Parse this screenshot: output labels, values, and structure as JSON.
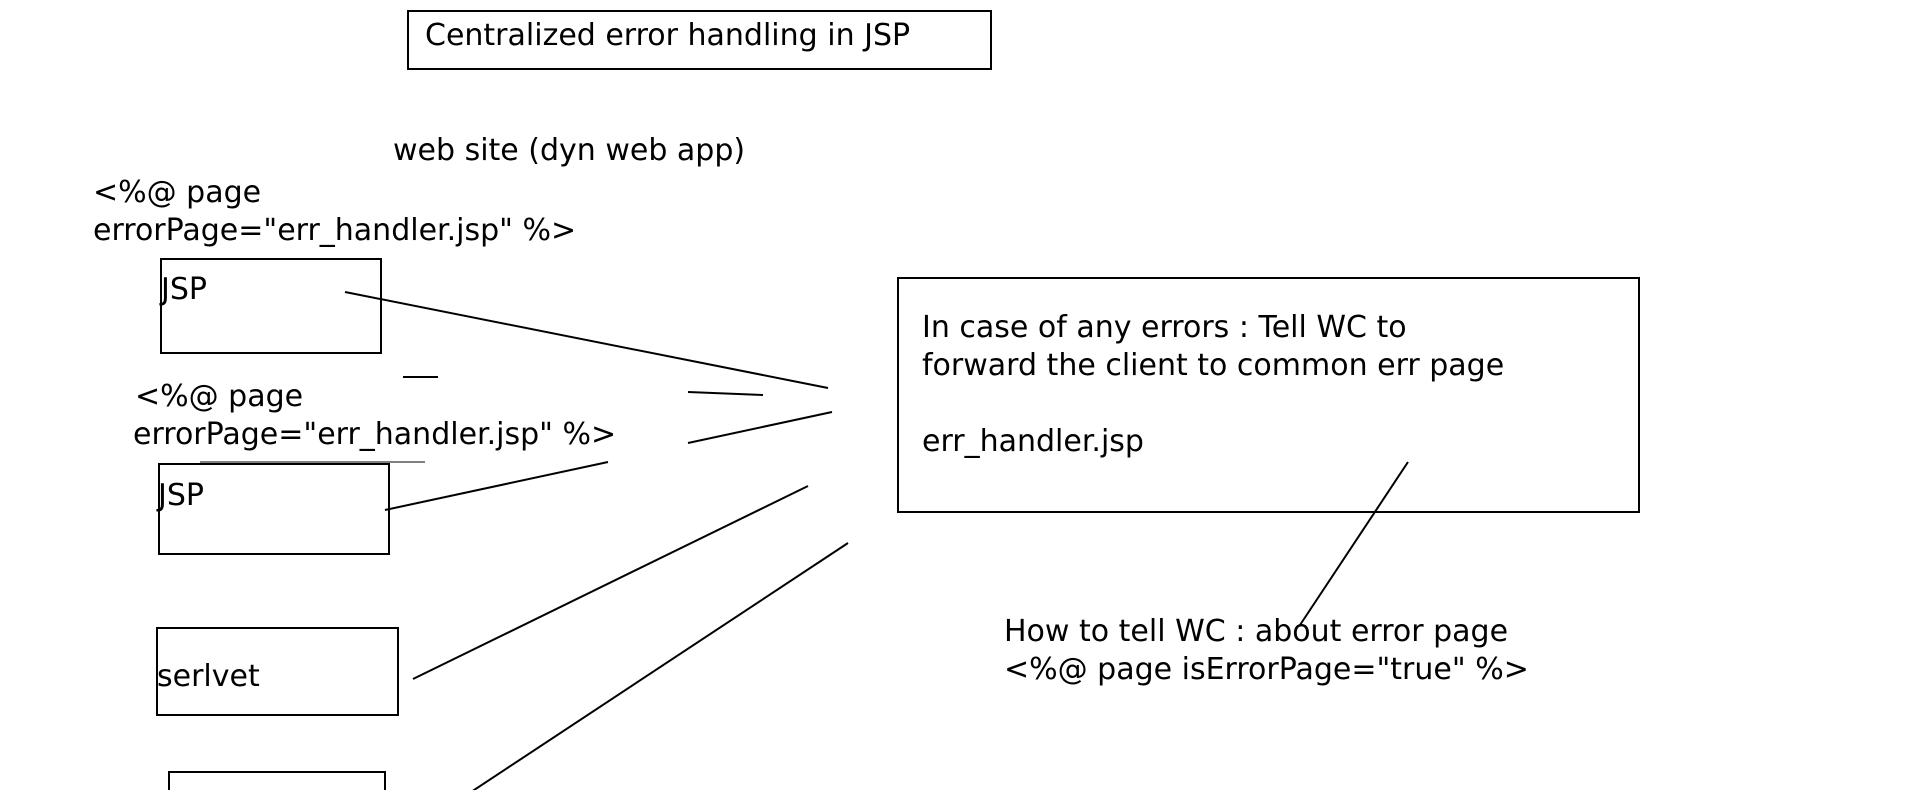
{
  "title": "Centralized error handling in JSP",
  "subtitle": "web site (dyn web app)",
  "directive_1": {
    "line1": "<%@ page",
    "line2": "errorPage=\"err_handler.jsp\" %>"
  },
  "directive_2": {
    "line1": "<%@ page",
    "line2": "errorPage=\"err_handler.jsp\" %>"
  },
  "components": {
    "jsp_1": "JSP",
    "jsp_2": "JSP",
    "servlet": "serlvet"
  },
  "error_box": {
    "line1": "In case of any errors : Tell WC to",
    "line2": "forward the client to common err page",
    "line3": "err_handler.jsp"
  },
  "note": {
    "line1": "How to tell WC : about error page",
    "line2": "<%@ page isErrorPage=\"true\" %>"
  },
  "colors": {
    "background": "#ffffff",
    "ink": "#000000"
  }
}
